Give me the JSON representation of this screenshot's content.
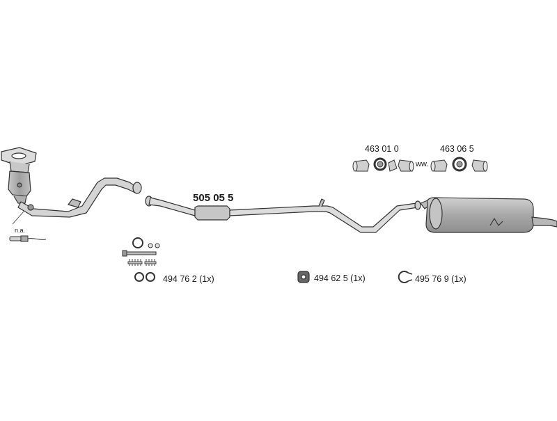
{
  "labels": {
    "main_pipe": "505 05 5",
    "clamp_left": "463 01 0",
    "clamp_right": "463 06 5",
    "gasket_kit": "494 76 2 (1x)",
    "rubber_mount": "494 62 5 (1x)",
    "clamp_ring": "495 76 9 (1x)",
    "not_available": "n.a.",
    "connector_abbrev": "ww."
  },
  "colors": {
    "line": "#333333",
    "fill_light": "#e0e0e0",
    "fill_mid": "#b8b8b8",
    "fill_dark": "#9a9a9a"
  }
}
